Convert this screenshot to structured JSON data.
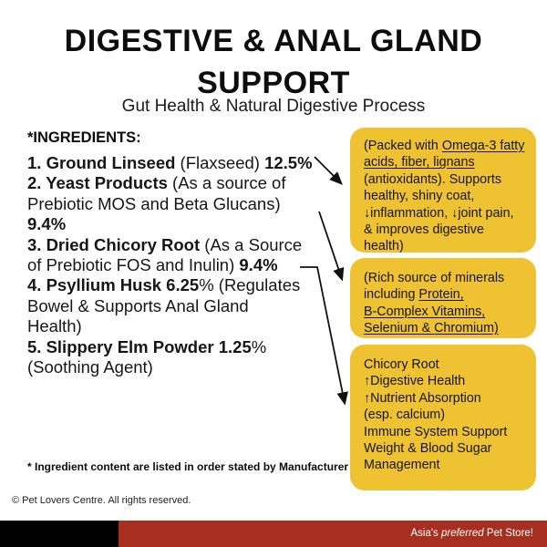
{
  "page": {
    "title_line1": "DIGESTIVE & ANAL GLAND",
    "title_line2": "SUPPORT",
    "subtitle": "Gut Health & Natural Digestive Process"
  },
  "ingredients": {
    "heading": "*INGREDIENTS:",
    "items": [
      {
        "segments": [
          {
            "text": "1. Ground Linseed",
            "bold": true
          },
          {
            "text": " (Flaxseed) "
          },
          {
            "text": "12.5%",
            "bold": true
          }
        ]
      },
      {
        "segments": [
          {
            "text": "2. Yeast Products",
            "bold": true
          },
          {
            "text": " (As a source of"
          },
          {
            "br": true
          },
          {
            "text": "Prebiotic MOS and Beta Glucans)"
          },
          {
            "br": true
          },
          {
            "text": "9.4%",
            "bold": true
          }
        ]
      },
      {
        "segments": [
          {
            "text": "3. Dried Chicory Root",
            "bold": true
          },
          {
            "text": " (As a Source"
          },
          {
            "br": true
          },
          {
            "text": "of Prebiotic FOS and Inulin) "
          },
          {
            "text": "9.4%",
            "bold": true
          }
        ]
      },
      {
        "segments": [
          {
            "text": "4. Psyllium Husk 6.25",
            "bold": true
          },
          {
            "text": "% (Regulates"
          },
          {
            "br": true
          },
          {
            "text": "Bowel & Supports Anal Gland"
          },
          {
            "br": true
          },
          {
            "text": "Health)"
          }
        ]
      },
      {
        "segments": [
          {
            "text": "5. Slippery Elm Powder 1.25",
            "bold": true
          },
          {
            "text": "%"
          },
          {
            "br": true
          },
          {
            "text": "(Soothing Agent)"
          }
        ]
      }
    ],
    "footnote": "* Ingredient content are listed in order stated by Manufacturer"
  },
  "callouts": [
    {
      "name": "ground-linseed-benefits",
      "segments": [
        {
          "text": "(Packed with "
        },
        {
          "text": "Omega-3 fatty",
          "underline": true
        },
        {
          "br": true
        },
        {
          "text": "acids, fiber, lignans",
          "underline": true
        },
        {
          "br": true
        },
        {
          "text": "(antioxidants). Supports"
        },
        {
          "br": true
        },
        {
          "text": "healthy, shiny coat,"
        },
        {
          "br": true
        },
        {
          "text": "↓",
          "bold": true
        },
        {
          "text": "inflammation, "
        },
        {
          "text": "↓",
          "bold": true
        },
        {
          "text": "joint pain,"
        },
        {
          "br": true
        },
        {
          "text": "& improves digestive"
        },
        {
          "br": true
        },
        {
          "text": "health)"
        }
      ]
    },
    {
      "name": "yeast-products-benefits",
      "segments": [
        {
          "text": "(Rich source of minerals"
        },
        {
          "br": true
        },
        {
          "text": "including "
        },
        {
          "text": "Protein,",
          "underline": true
        },
        {
          "br": true
        },
        {
          "text": "B-Complex Vitamins,",
          "underline": true
        },
        {
          "br": true
        },
        {
          "text": "Selenium & Chromium)",
          "underline": true
        }
      ]
    },
    {
      "name": "chicory-root-benefits",
      "segments": [
        {
          "text": "Chicory Root"
        },
        {
          "br": true
        },
        {
          "text": "↑",
          "bold": true
        },
        {
          "text": "Digestive Health"
        },
        {
          "br": true
        },
        {
          "text": "↑",
          "bold": true
        },
        {
          "text": "Nutrient Absorption"
        },
        {
          "br": true
        },
        {
          "text": "(esp. calcium)"
        },
        {
          "br": true
        },
        {
          "text": "Immune System Support"
        },
        {
          "br": true
        },
        {
          "text": "Weight & Blood Sugar"
        },
        {
          "br": true
        },
        {
          "text": "Management"
        }
      ]
    }
  ],
  "footer": {
    "copyright": "© Pet Lovers Centre. All rights reserved.",
    "tagline": [
      {
        "text": "Asia's "
      },
      {
        "text": "preferred",
        "italic": true
      },
      {
        "text": " Pet Store!"
      }
    ]
  },
  "colors": {
    "callout_yellow": "#EFC231",
    "footer_red": "#A72F1F",
    "footer_black": "#000000",
    "arrow_black": "#111111"
  }
}
